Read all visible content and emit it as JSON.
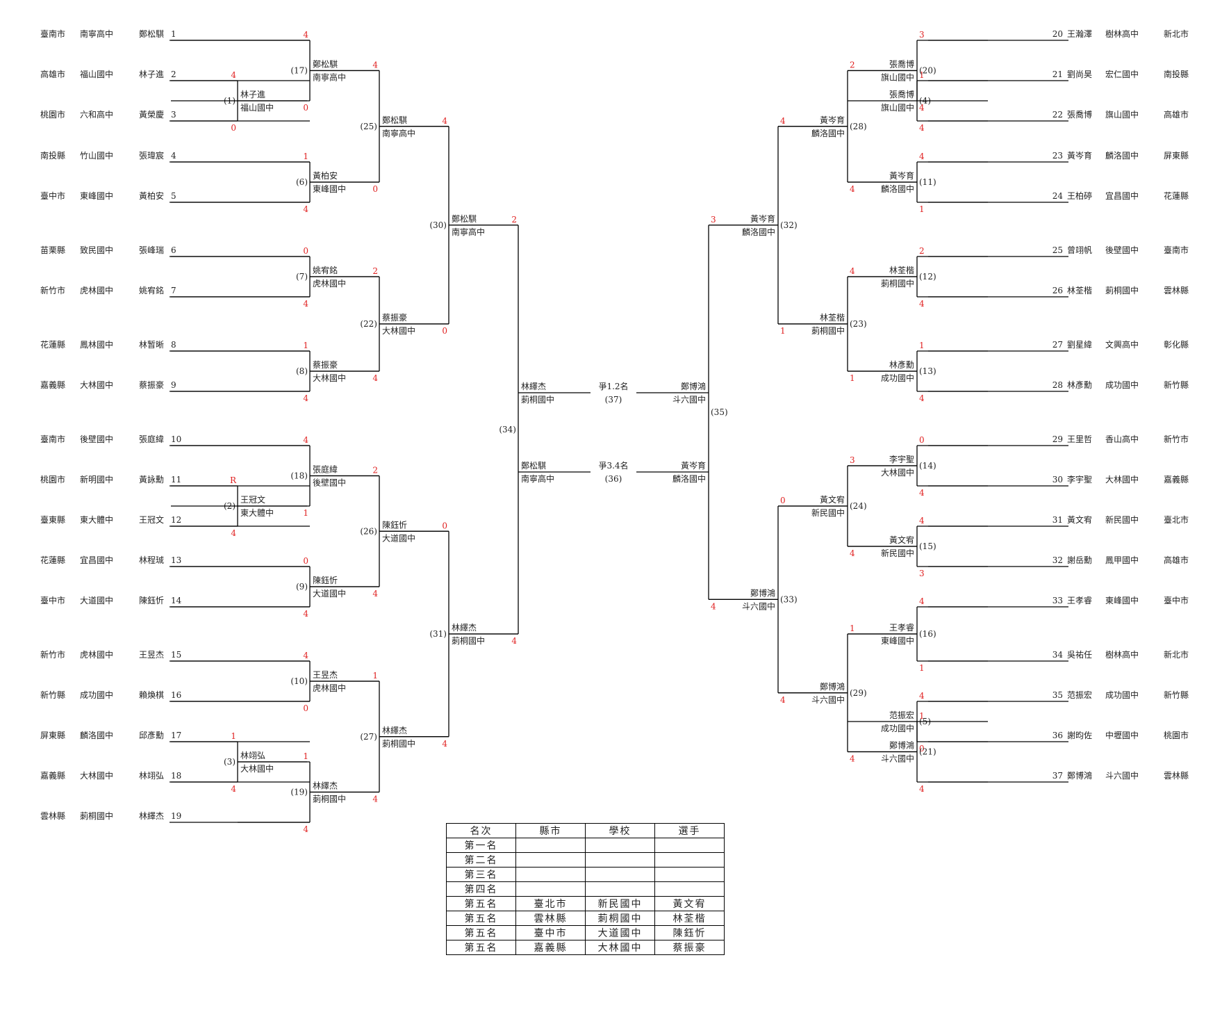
{
  "players": [
    {
      "seed": 1,
      "name": "鄭松騏",
      "school": "南寧高中",
      "city": "臺南市"
    },
    {
      "seed": 2,
      "name": "林子進",
      "school": "福山國中",
      "city": "高雄市"
    },
    {
      "seed": 3,
      "name": "黃榮慶",
      "school": "六和高中",
      "city": "桃園市"
    },
    {
      "seed": 4,
      "name": "張瑋宸",
      "school": "竹山國中",
      "city": "南投縣"
    },
    {
      "seed": 5,
      "name": "黃柏安",
      "school": "東峰國中",
      "city": "臺中市"
    },
    {
      "seed": 6,
      "name": "張峰瑞",
      "school": "致民國中",
      "city": "苗栗縣"
    },
    {
      "seed": 7,
      "name": "姚宥銘",
      "school": "虎林國中",
      "city": "新竹市"
    },
    {
      "seed": 8,
      "name": "林暂晰",
      "school": "鳳林國中",
      "city": "花蓮縣"
    },
    {
      "seed": 9,
      "name": "蔡振豪",
      "school": "大林國中",
      "city": "嘉義縣"
    },
    {
      "seed": 10,
      "name": "張庭緯",
      "school": "後壁國中",
      "city": "臺南市"
    },
    {
      "seed": 11,
      "name": "黃詠勳",
      "school": "新明國中",
      "city": "桃園市"
    },
    {
      "seed": 12,
      "name": "王冠文",
      "school": "東大體中",
      "city": "臺東縣"
    },
    {
      "seed": 13,
      "name": "林程珹",
      "school": "宜昌國中",
      "city": "花蓮縣"
    },
    {
      "seed": 14,
      "name": "陳鈺忻",
      "school": "大道國中",
      "city": "臺中市"
    },
    {
      "seed": 15,
      "name": "王昱杰",
      "school": "虎林國中",
      "city": "新竹市"
    },
    {
      "seed": 16,
      "name": "賴煥棋",
      "school": "成功國中",
      "city": "新竹縣"
    },
    {
      "seed": 17,
      "name": "邱彥勳",
      "school": "麟洛國中",
      "city": "屏東縣"
    },
    {
      "seed": 18,
      "name": "林翊弘",
      "school": "大林國中",
      "city": "嘉義縣"
    },
    {
      "seed": 19,
      "name": "林繹杰",
      "school": "莿桐國中",
      "city": "雲林縣"
    },
    {
      "seed": 20,
      "name": "王瀚澤",
      "school": "樹林高中",
      "city": "新北市"
    },
    {
      "seed": 21,
      "name": "劉尚昊",
      "school": "宏仁國中",
      "city": "南投縣"
    },
    {
      "seed": 22,
      "name": "張喬博",
      "school": "旗山國中",
      "city": "高雄市"
    },
    {
      "seed": 23,
      "name": "黃岑育",
      "school": "麟洛國中",
      "city": "屏東縣"
    },
    {
      "seed": 24,
      "name": "王柏碠",
      "school": "宜昌國中",
      "city": "花蓮縣"
    },
    {
      "seed": 25,
      "name": "曾翊帆",
      "school": "後壁國中",
      "city": "臺南市"
    },
    {
      "seed": 26,
      "name": "林荃楷",
      "school": "莿桐國中",
      "city": "雲林縣"
    },
    {
      "seed": 27,
      "name": "劉星緯",
      "school": "文興高中",
      "city": "彰化縣"
    },
    {
      "seed": 28,
      "name": "林彥勳",
      "school": "成功國中",
      "city": "新竹縣"
    },
    {
      "seed": 29,
      "name": "王里哲",
      "school": "香山高中",
      "city": "新竹市"
    },
    {
      "seed": 30,
      "name": "李宇聖",
      "school": "大林國中",
      "city": "嘉義縣"
    },
    {
      "seed": 31,
      "name": "黃文宥",
      "school": "新民國中",
      "city": "臺北市"
    },
    {
      "seed": 32,
      "name": "謝岳勳",
      "school": "鳳甲國中",
      "city": "高雄市"
    },
    {
      "seed": 33,
      "name": "王孝睿",
      "school": "東峰國中",
      "city": "臺中市"
    },
    {
      "seed": 34,
      "name": "吳祐任",
      "school": "樹林高中",
      "city": "新北市"
    },
    {
      "seed": 35,
      "name": "范振宏",
      "school": "成功國中",
      "city": "新竹縣"
    },
    {
      "seed": 36,
      "name": "謝昀佐",
      "school": "中壢國中",
      "city": "桃園市"
    },
    {
      "seed": 37,
      "name": "鄭博鴻",
      "school": "斗六國中",
      "city": "雲林縣"
    }
  ],
  "matches": [
    {
      "no": "(1)",
      "name": "林子進",
      "school": "福山國中",
      "top_score": "4",
      "bottom_score": "0"
    },
    {
      "no": "(2)",
      "name": "王冠文",
      "school": "東大體中",
      "top_score": "R",
      "bottom_score": "4"
    },
    {
      "no": "(3)",
      "name": "林翊弘",
      "school": "大林國中",
      "top_score": "1",
      "bottom_score": "4"
    },
    {
      "no": "(4)",
      "name": "張喬博",
      "school": "旗山國中",
      "top_score": "1",
      "bottom_score": "4"
    },
    {
      "no": "(5)",
      "name": "范振宏",
      "school": "成功國中",
      "top_score": "4",
      "bottom_score": "0"
    },
    {
      "no": "(6)",
      "name": "黃柏安",
      "school": "東峰國中",
      "top_score": "1",
      "bottom_score": "4"
    },
    {
      "no": "(7)",
      "name": "姚宥銘",
      "school": "虎林國中",
      "top_score": "0",
      "bottom_score": "4"
    },
    {
      "no": "(8)",
      "name": "蔡振豪",
      "school": "大林國中",
      "top_score": "1",
      "bottom_score": "4"
    },
    {
      "no": "(9)",
      "name": "陳鈺忻",
      "school": "大道國中",
      "top_score": "0",
      "bottom_score": "4"
    },
    {
      "no": "(10)",
      "name": "王昱杰",
      "school": "虎林國中",
      "top_score": "4",
      "bottom_score": "0"
    },
    {
      "no": "(11)",
      "name": "黃岑育",
      "school": "麟洛國中",
      "top_score": "4",
      "bottom_score": "1"
    },
    {
      "no": "(12)",
      "name": "林荃楷",
      "school": "莿桐國中",
      "top_score": "2",
      "bottom_score": "4"
    },
    {
      "no": "(13)",
      "name": "林彥勳",
      "school": "成功國中",
      "top_score": "1",
      "bottom_score": "4"
    },
    {
      "no": "(14)",
      "name": "李宇聖",
      "school": "大林國中",
      "top_score": "0",
      "bottom_score": "4"
    },
    {
      "no": "(15)",
      "name": "黃文宥",
      "school": "新民國中",
      "top_score": "4",
      "bottom_score": "3"
    },
    {
      "no": "(16)",
      "name": "王孝睿",
      "school": "東峰國中",
      "top_score": "4",
      "bottom_score": "1"
    },
    {
      "no": "(17)",
      "name": "鄭松騏",
      "school": "南寧高中",
      "top_score": "4",
      "bottom_score": "0"
    },
    {
      "no": "(18)",
      "name": "張庭緯",
      "school": "後壁國中",
      "top_score": "4",
      "bottom_score": "1"
    },
    {
      "no": "(19)",
      "name": "林繹杰",
      "school": "莿桐國中",
      "top_score": "1",
      "bottom_score": "4"
    },
    {
      "no": "(20)",
      "name": "張喬博",
      "school": "旗山國中",
      "top_score": "3",
      "bottom_score": "4"
    },
    {
      "no": "(21)",
      "name": "鄭博鴻",
      "school": "斗六國中",
      "top_score": "1",
      "bottom_score": "4"
    },
    {
      "no": "(22)",
      "name": "蔡振豪",
      "school": "大林國中",
      "top_score": "2",
      "bottom_score": "4"
    },
    {
      "no": "(23)",
      "name": "林荃楷",
      "school": "莿桐國中",
      "top_score": "4",
      "bottom_score": "1"
    },
    {
      "no": "(24)",
      "name": "黃文宥",
      "school": "新民國中",
      "top_score": "3",
      "bottom_score": "4"
    },
    {
      "no": "(25)",
      "name": "鄭松騏",
      "school": "南寧高中",
      "top_score": "4",
      "bottom_score": "0"
    },
    {
      "no": "(26)",
      "name": "陳鈺忻",
      "school": "大道國中",
      "top_score": "2",
      "bottom_score": "4"
    },
    {
      "no": "(27)",
      "name": "林繹杰",
      "school": "莿桐國中",
      "top_score": "1",
      "bottom_score": "4"
    },
    {
      "no": "(28)",
      "name": "黃岑育",
      "school": "麟洛國中",
      "top_score": "2",
      "bottom_score": "4"
    },
    {
      "no": "(29)",
      "name": "鄭博鴻",
      "school": "斗六國中",
      "top_score": "1",
      "bottom_score": "4"
    },
    {
      "no": "(30)",
      "name": "鄭松騏",
      "school": "南寧高中",
      "top_score": "4",
      "bottom_score": "0"
    },
    {
      "no": "(31)",
      "name": "林繹杰",
      "school": "莿桐國中",
      "top_score": "0",
      "bottom_score": "4"
    },
    {
      "no": "(32)",
      "name": "黃岑育",
      "school": "麟洛國中",
      "top_score": "4",
      "bottom_score": "1"
    },
    {
      "no": "(33)",
      "name": "鄭博鴻",
      "school": "斗六國中",
      "top_score": "0",
      "bottom_score": "4"
    },
    {
      "no": "(34)",
      "top_score": "2",
      "bottom_score": "4",
      "out_top_name": "林繹杰",
      "out_top_school": "莿桐國中",
      "out_bottom_name": "鄭松騏",
      "out_bottom_school": "南寧高中"
    },
    {
      "no": "(35)",
      "top_score": "3",
      "bottom_score": "4",
      "out_top_name": "鄭博鴻",
      "out_top_school": "斗六國中",
      "out_bottom_name": "黃岑育",
      "out_bottom_school": "麟洛國中"
    }
  ],
  "finals": [
    {
      "no": "(37)",
      "label": "爭1.2名"
    },
    {
      "no": "(36)",
      "label": "爭3.4名"
    }
  ],
  "results": {
    "headers": [
      "名次",
      "縣市",
      "學校",
      "選手"
    ],
    "rows": [
      [
        "第一名",
        "",
        "",
        ""
      ],
      [
        "第二名",
        "",
        "",
        ""
      ],
      [
        "第三名",
        "",
        "",
        ""
      ],
      [
        "第四名",
        "",
        "",
        ""
      ],
      [
        "第五名",
        "臺北市",
        "新民國中",
        "黃文宥"
      ],
      [
        "第五名",
        "雲林縣",
        "莿桐國中",
        "林荃楷"
      ],
      [
        "第五名",
        "臺中市",
        "大道國中",
        "陳鈺忻"
      ],
      [
        "第五名",
        "嘉義縣",
        "大林國中",
        "蔡振豪"
      ]
    ]
  },
  "colors": {
    "line": "#000000",
    "text": "#222222",
    "score": "#e02020"
  }
}
